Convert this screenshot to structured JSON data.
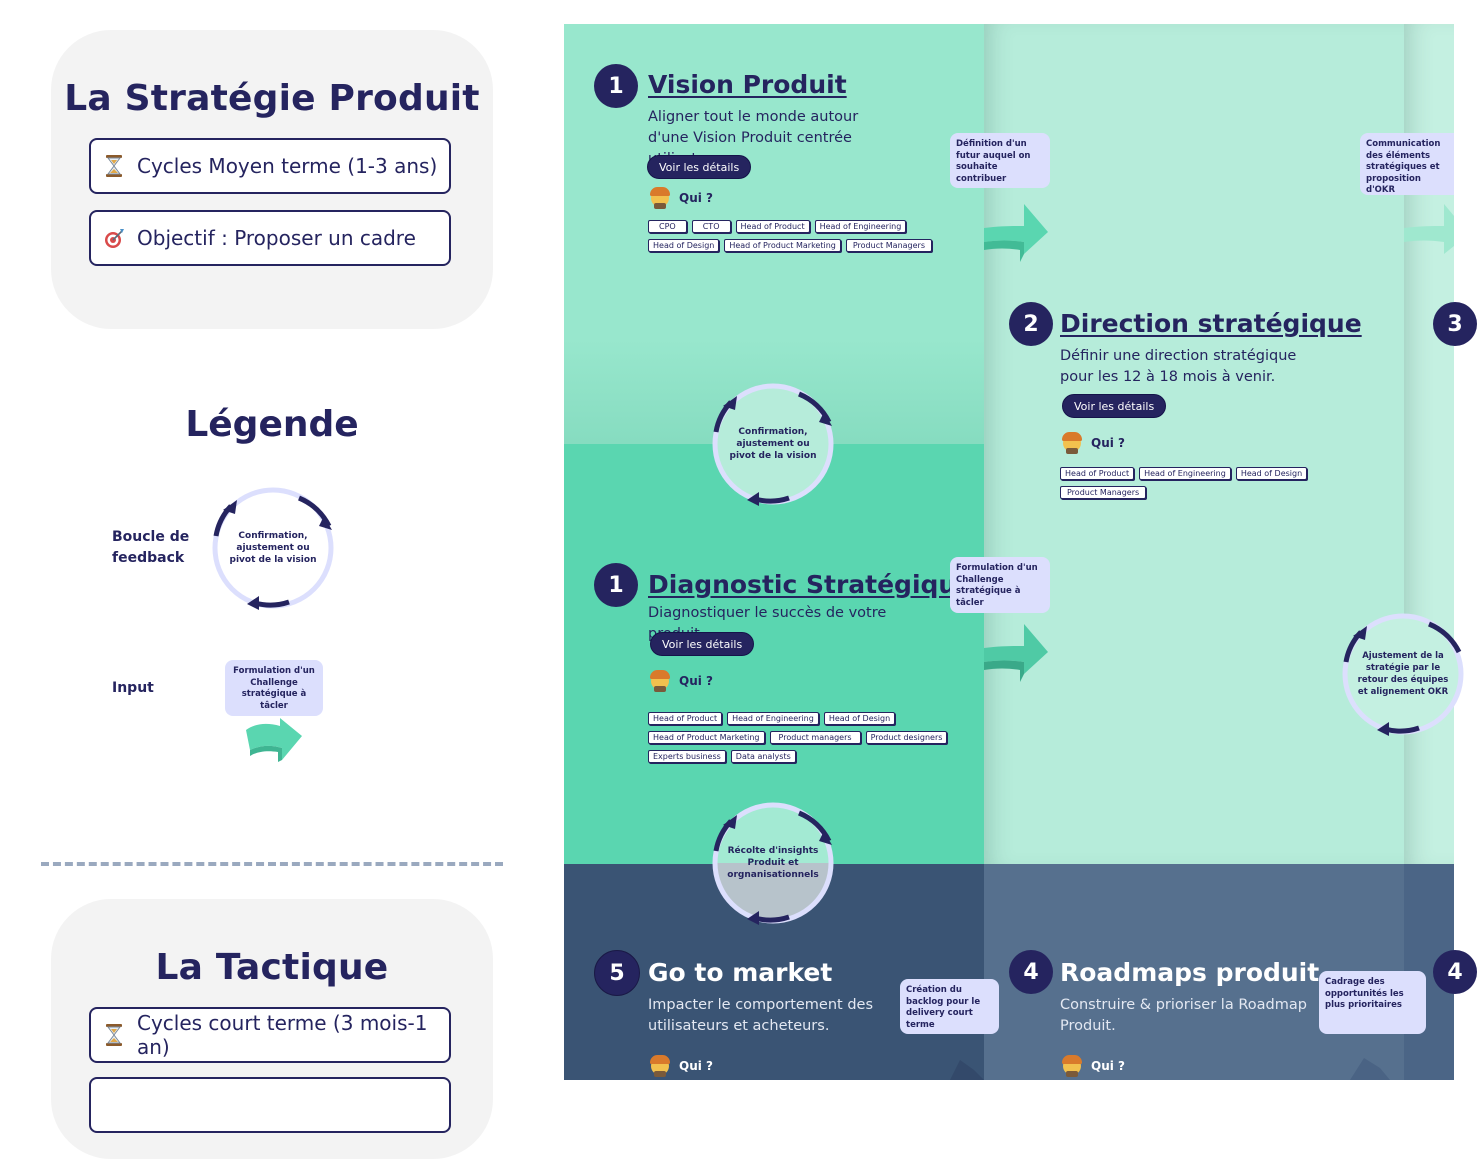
{
  "strategy_card": {
    "title": "La Stratégie Produit",
    "items": [
      {
        "icon": "hourglass-icon",
        "label": "Cycles Moyen terme (1-3 ans)"
      },
      {
        "icon": "target-icon",
        "label": "Objectif : Proposer un cadre"
      }
    ]
  },
  "legend": {
    "title": "Légende",
    "feedback_label": "Boucle de feedback",
    "feedback_text": "Confirmation, ajustement ou pivot de la vision",
    "input_label": "Input",
    "input_text": "Formulation d'un Challenge stratégique à tâcler"
  },
  "tactic_card": {
    "title": "La Tactique",
    "items": [
      {
        "icon": "hourglass-icon",
        "label": "Cycles court terme (3 mois-1 an)"
      }
    ]
  },
  "board": {
    "qui_label": "Qui ?",
    "details_label": "Voir les détails",
    "colors": {
      "zone_a": "#98e7cd",
      "zone_b": "#b6ecda",
      "zone_c": "#5ad6b0",
      "zone_dark": "#3a5474",
      "zone_dark2": "#56708e",
      "navy": "#25245f",
      "note": "#dcdffd"
    },
    "sections": [
      {
        "number": "1",
        "title": "Vision Produit",
        "description": "Aligner tout le monde autour d'une Vision Produit centrée utilisateur.",
        "tags": [
          "CPO",
          "CTO",
          "Head of Product",
          "Head of Engineering",
          "Head of Design",
          "Head of Product Marketing",
          "Product Managers"
        ]
      },
      {
        "number": "2",
        "title": "Direction stratégique",
        "description": "Définir une direction stratégique pour les 12 à 18 mois à venir.",
        "tags": [
          "Head of Product",
          "Head of Engineering",
          "Head of Design",
          "Product Managers"
        ]
      },
      {
        "number": "1",
        "title": "Diagnostic Stratégique",
        "description": "Diagnostiquer le succès de votre produit.",
        "tags": [
          "Head of Product",
          "Head of Engineering",
          "Head of Design",
          "Head of Product Marketing",
          "Product managers",
          "Product designers",
          "Experts business",
          "Data analysts"
        ]
      },
      {
        "number": "5",
        "title": "Go to market",
        "description": "Impacter le comportement des utilisateurs et acheteurs."
      },
      {
        "number": "4",
        "title": "Roadmaps produit",
        "description": "Construire & prioriser la Roadmap Produit."
      }
    ],
    "partial_numbers": [
      "3",
      "4"
    ],
    "notes": [
      "Définition d'un futur auquel on souhaite contribuer",
      "Communication des éléments stratégiques et proposition d'OKR",
      "Formulation d'un Challenge stratégique à tâcler",
      "Création du backlog pour le delivery court terme",
      "Cadrage des opportunités les plus prioritaires"
    ],
    "loops": [
      "Confirmation, ajustement ou pivot de la vision",
      "Récolte d'insights Produit et orgnanisationnels",
      "Ajustement de la stratégie par le retour des équipes et alignement OKR"
    ]
  }
}
